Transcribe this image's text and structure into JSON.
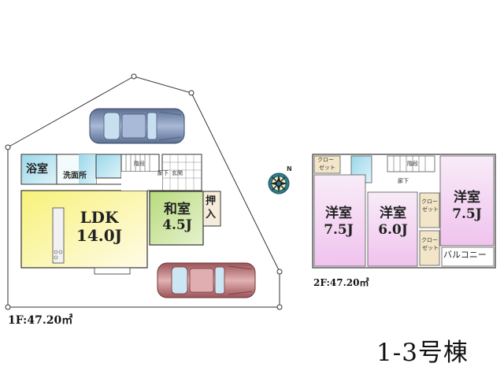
{
  "building_label": "1-3号棟",
  "compass": {
    "label": "N"
  },
  "floor1": {
    "area_label": "1F:47.20㎡",
    "rooms": {
      "bath": "浴室",
      "washroom": "洗面所",
      "stairs": "階段",
      "hall": "廊下",
      "entrance": "玄関",
      "ldk_name": "LDK",
      "ldk_size": "14.0J",
      "washitsu_name": "和室",
      "washitsu_size": "4.5J",
      "oshiire_1": "押",
      "oshiire_2": "入"
    }
  },
  "floor2": {
    "area_label": "2F:47.20㎡",
    "rooms": {
      "closet_top_1": "クロー",
      "closet_top_2": "ゼット",
      "stairs": "階段",
      "hall": "廊下",
      "room_a_name": "洋室",
      "room_a_size": "7.5J",
      "room_b_name": "洋室",
      "room_b_size": "6.0J",
      "room_c_name": "洋室",
      "room_c_size": "7.5J",
      "closet_mid_1": "クロー",
      "closet_mid_2": "ゼット",
      "closet_low_1": "クロー",
      "closet_low_2": "ゼット",
      "balcony": "バルコニー"
    }
  },
  "colors": {
    "ldk": "#fbf7b0",
    "washitsu": "#c9e29a",
    "wet": "#b9e3ef",
    "closet": "#f3e6c8",
    "western": "#f5d3f2",
    "car_blue": "#7f93b5",
    "car_red": "#b9767a"
  }
}
